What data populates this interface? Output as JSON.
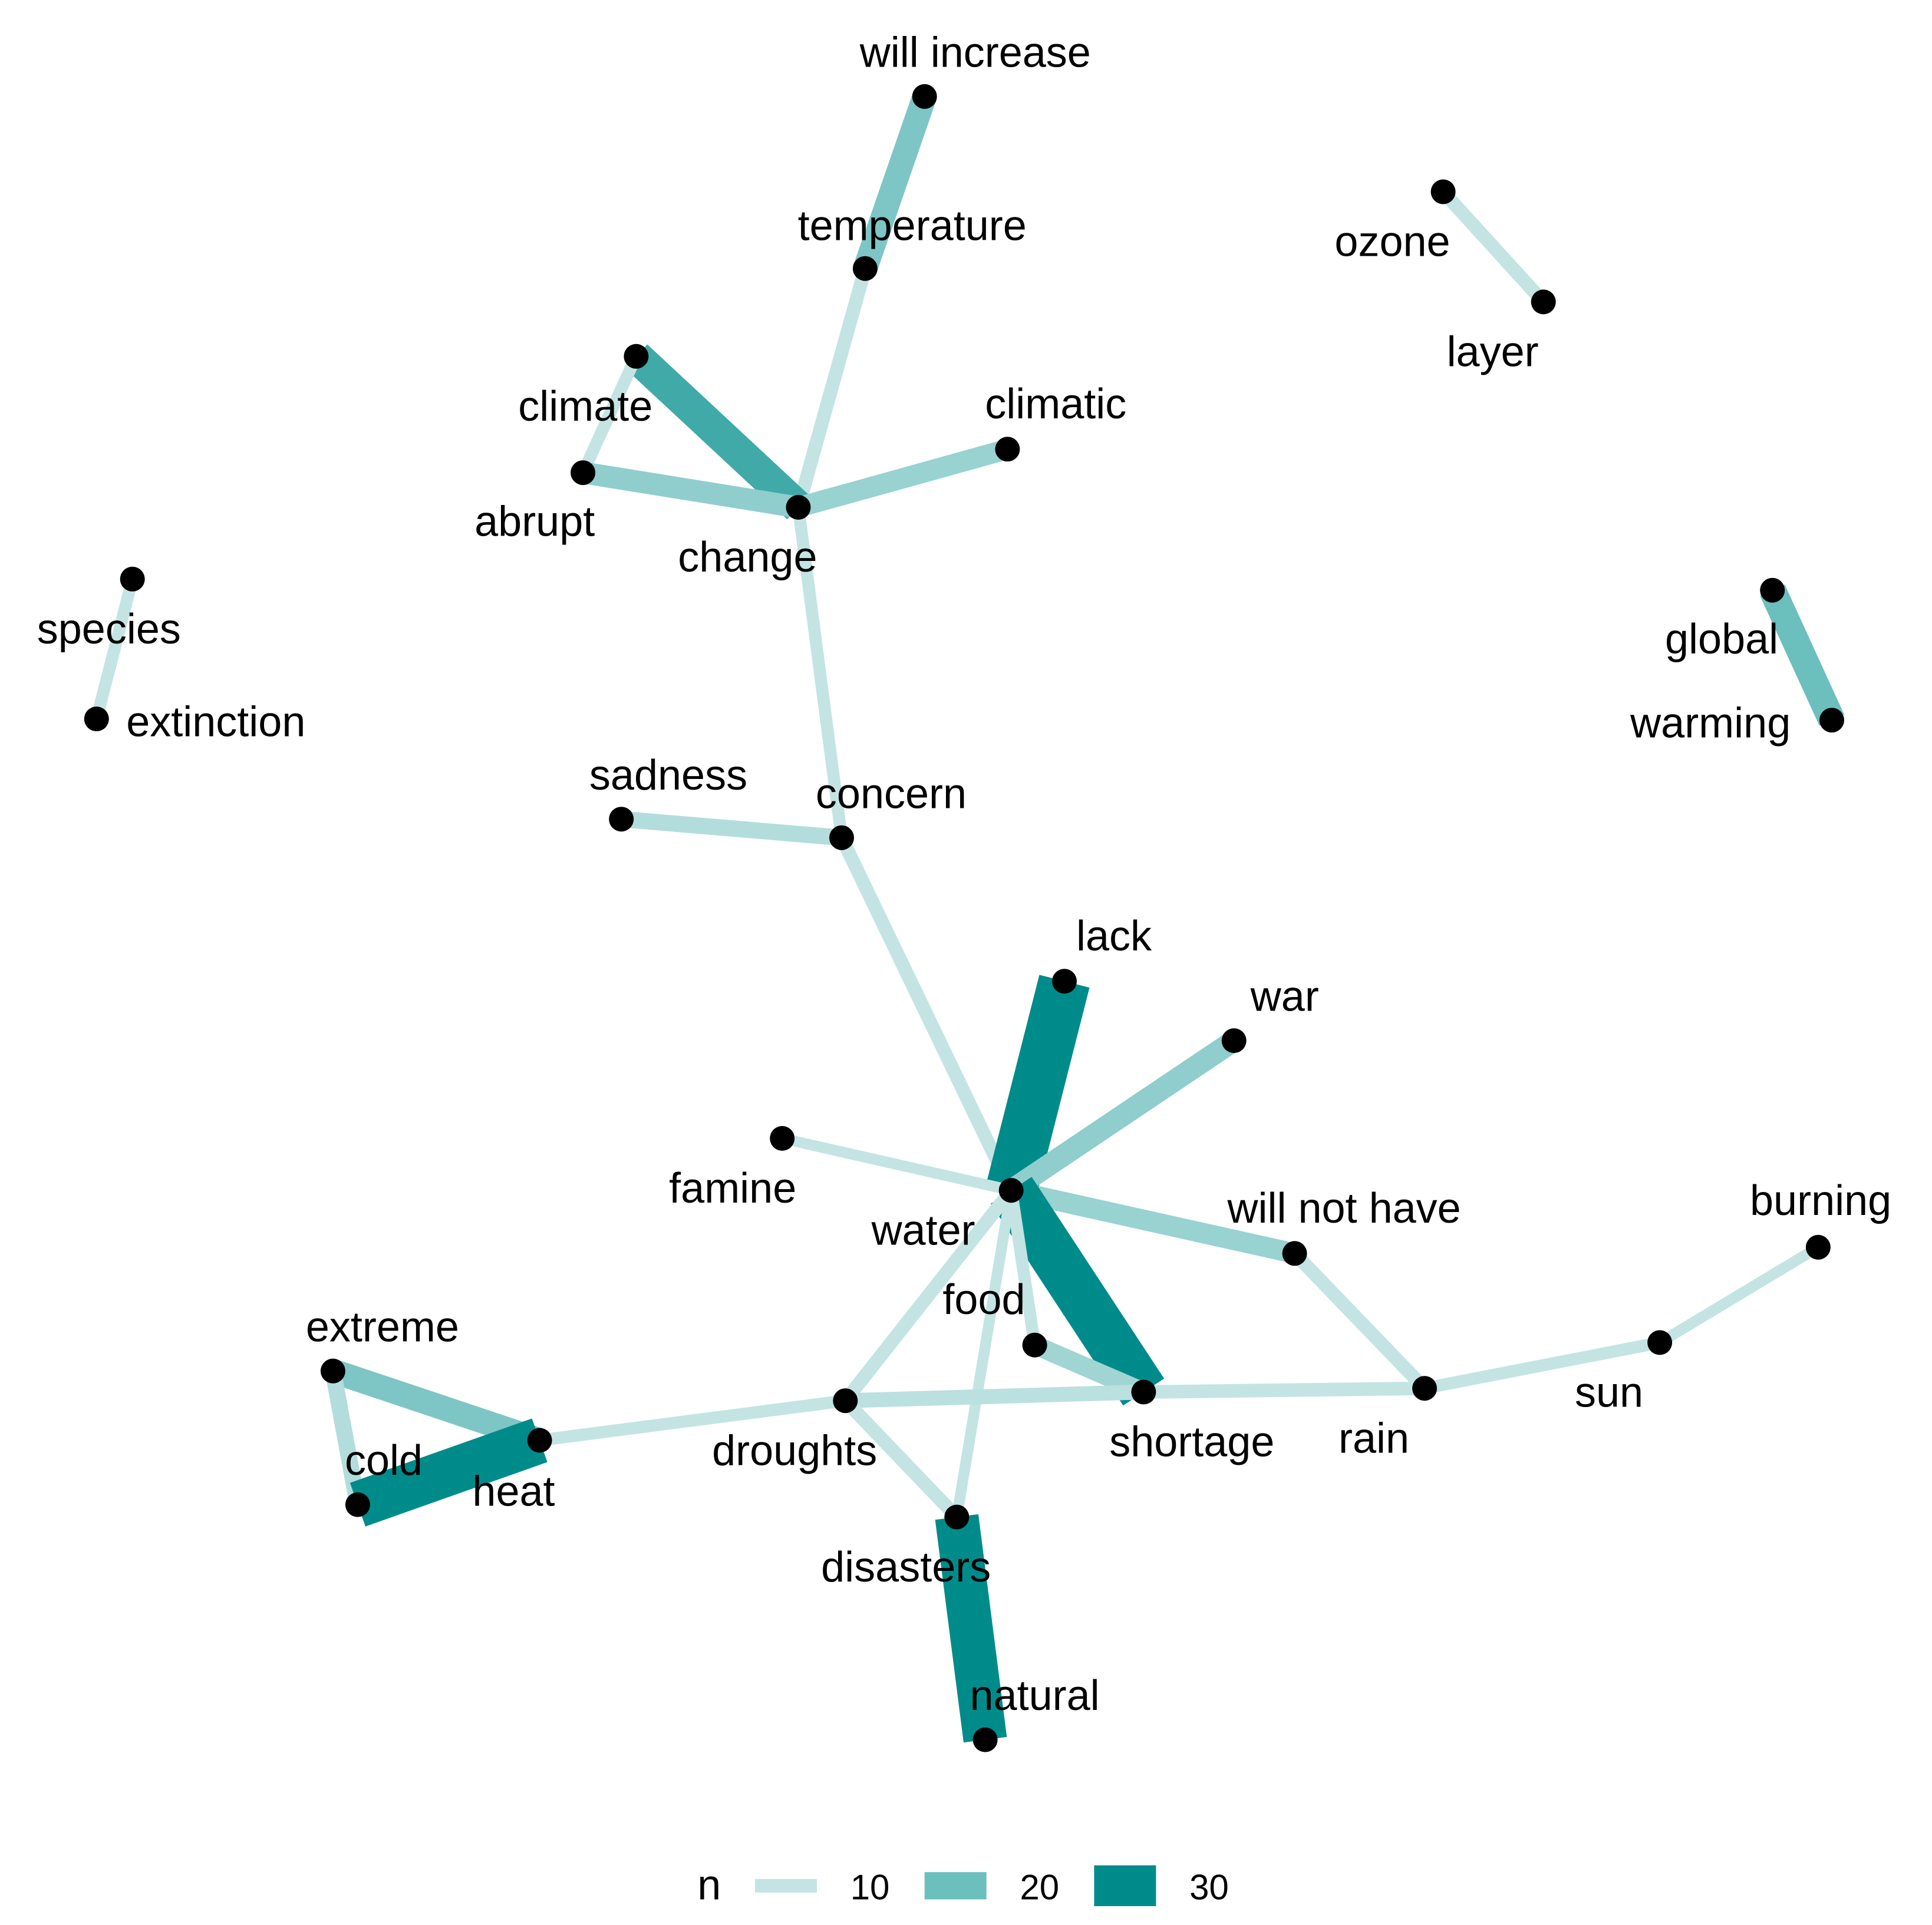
{
  "chart_data": {
    "type": "network",
    "nodes": [
      {
        "id": "will_increase",
        "label": "will increase"
      },
      {
        "id": "temperature",
        "label": "temperature"
      },
      {
        "id": "climate",
        "label": "climate"
      },
      {
        "id": "abrupt",
        "label": "abrupt"
      },
      {
        "id": "climatic",
        "label": "climatic"
      },
      {
        "id": "change",
        "label": "change"
      },
      {
        "id": "ozone",
        "label": "ozone"
      },
      {
        "id": "layer",
        "label": "layer"
      },
      {
        "id": "species",
        "label": "species"
      },
      {
        "id": "extinction",
        "label": "extinction"
      },
      {
        "id": "global",
        "label": "global"
      },
      {
        "id": "warming",
        "label": "warming"
      },
      {
        "id": "sadness",
        "label": "sadness"
      },
      {
        "id": "concern",
        "label": "concern"
      },
      {
        "id": "lack",
        "label": "lack"
      },
      {
        "id": "war",
        "label": "war"
      },
      {
        "id": "famine",
        "label": "famine"
      },
      {
        "id": "water",
        "label": "water"
      },
      {
        "id": "will_not_have",
        "label": "will not have"
      },
      {
        "id": "burning",
        "label": "burning"
      },
      {
        "id": "food",
        "label": "food"
      },
      {
        "id": "extreme",
        "label": "extreme"
      },
      {
        "id": "cold",
        "label": "cold"
      },
      {
        "id": "heat",
        "label": "heat"
      },
      {
        "id": "droughts",
        "label": "droughts"
      },
      {
        "id": "shortage",
        "label": "shortage"
      },
      {
        "id": "rain",
        "label": "rain"
      },
      {
        "id": "sun",
        "label": "sun"
      },
      {
        "id": "disasters",
        "label": "disasters"
      },
      {
        "id": "natural",
        "label": "natural"
      }
    ],
    "edges": [
      {
        "source": "temperature",
        "target": "will_increase",
        "n": 18
      },
      {
        "source": "change",
        "target": "temperature",
        "n": 10
      },
      {
        "source": "climate",
        "target": "change",
        "n": 24
      },
      {
        "source": "climate",
        "target": "abrupt",
        "n": 9
      },
      {
        "source": "abrupt",
        "target": "change",
        "n": 16
      },
      {
        "source": "climatic",
        "target": "change",
        "n": 15
      },
      {
        "source": "change",
        "target": "concern",
        "n": 9
      },
      {
        "source": "ozone",
        "target": "layer",
        "n": 10
      },
      {
        "source": "species",
        "target": "extinction",
        "n": 9
      },
      {
        "source": "global",
        "target": "warming",
        "n": 20
      },
      {
        "source": "sadness",
        "target": "concern",
        "n": 12
      },
      {
        "source": "concern",
        "target": "water",
        "n": 10
      },
      {
        "source": "lack",
        "target": "water",
        "n": 38
      },
      {
        "source": "war",
        "target": "water",
        "n": 16
      },
      {
        "source": "famine",
        "target": "water",
        "n": 8
      },
      {
        "source": "water",
        "target": "will_not_have",
        "n": 15
      },
      {
        "source": "water",
        "target": "shortage",
        "n": 36
      },
      {
        "source": "water",
        "target": "droughts",
        "n": 10
      },
      {
        "source": "water",
        "target": "disasters",
        "n": 8
      },
      {
        "source": "water",
        "target": "food",
        "n": 9
      },
      {
        "source": "food",
        "target": "shortage",
        "n": 14
      },
      {
        "source": "will_not_have",
        "target": "rain",
        "n": 10
      },
      {
        "source": "rain",
        "target": "sun",
        "n": 9
      },
      {
        "source": "sun",
        "target": "burning",
        "n": 8
      },
      {
        "source": "shortage",
        "target": "rain",
        "n": 10
      },
      {
        "source": "droughts",
        "target": "shortage",
        "n": 11
      },
      {
        "source": "droughts",
        "target": "disasters",
        "n": 10
      },
      {
        "source": "droughts",
        "target": "heat",
        "n": 9
      },
      {
        "source": "extreme",
        "target": "heat",
        "n": 18
      },
      {
        "source": "extreme",
        "target": "cold",
        "n": 12
      },
      {
        "source": "cold",
        "target": "heat",
        "n": 34
      },
      {
        "source": "disasters",
        "target": "natural",
        "n": 32
      }
    ],
    "legend": {
      "title": "n",
      "position": "bottom",
      "entries": [
        {
          "label": "10",
          "n": 10
        },
        {
          "label": "20",
          "n": 20
        },
        {
          "label": "30",
          "n": 30
        }
      ]
    },
    "colors": {
      "edge_low": "#c4e4e4",
      "edge_mid": "#6bbfbd",
      "edge_high": "#008b8b",
      "node": "#000000",
      "background": "#ffffff"
    }
  }
}
